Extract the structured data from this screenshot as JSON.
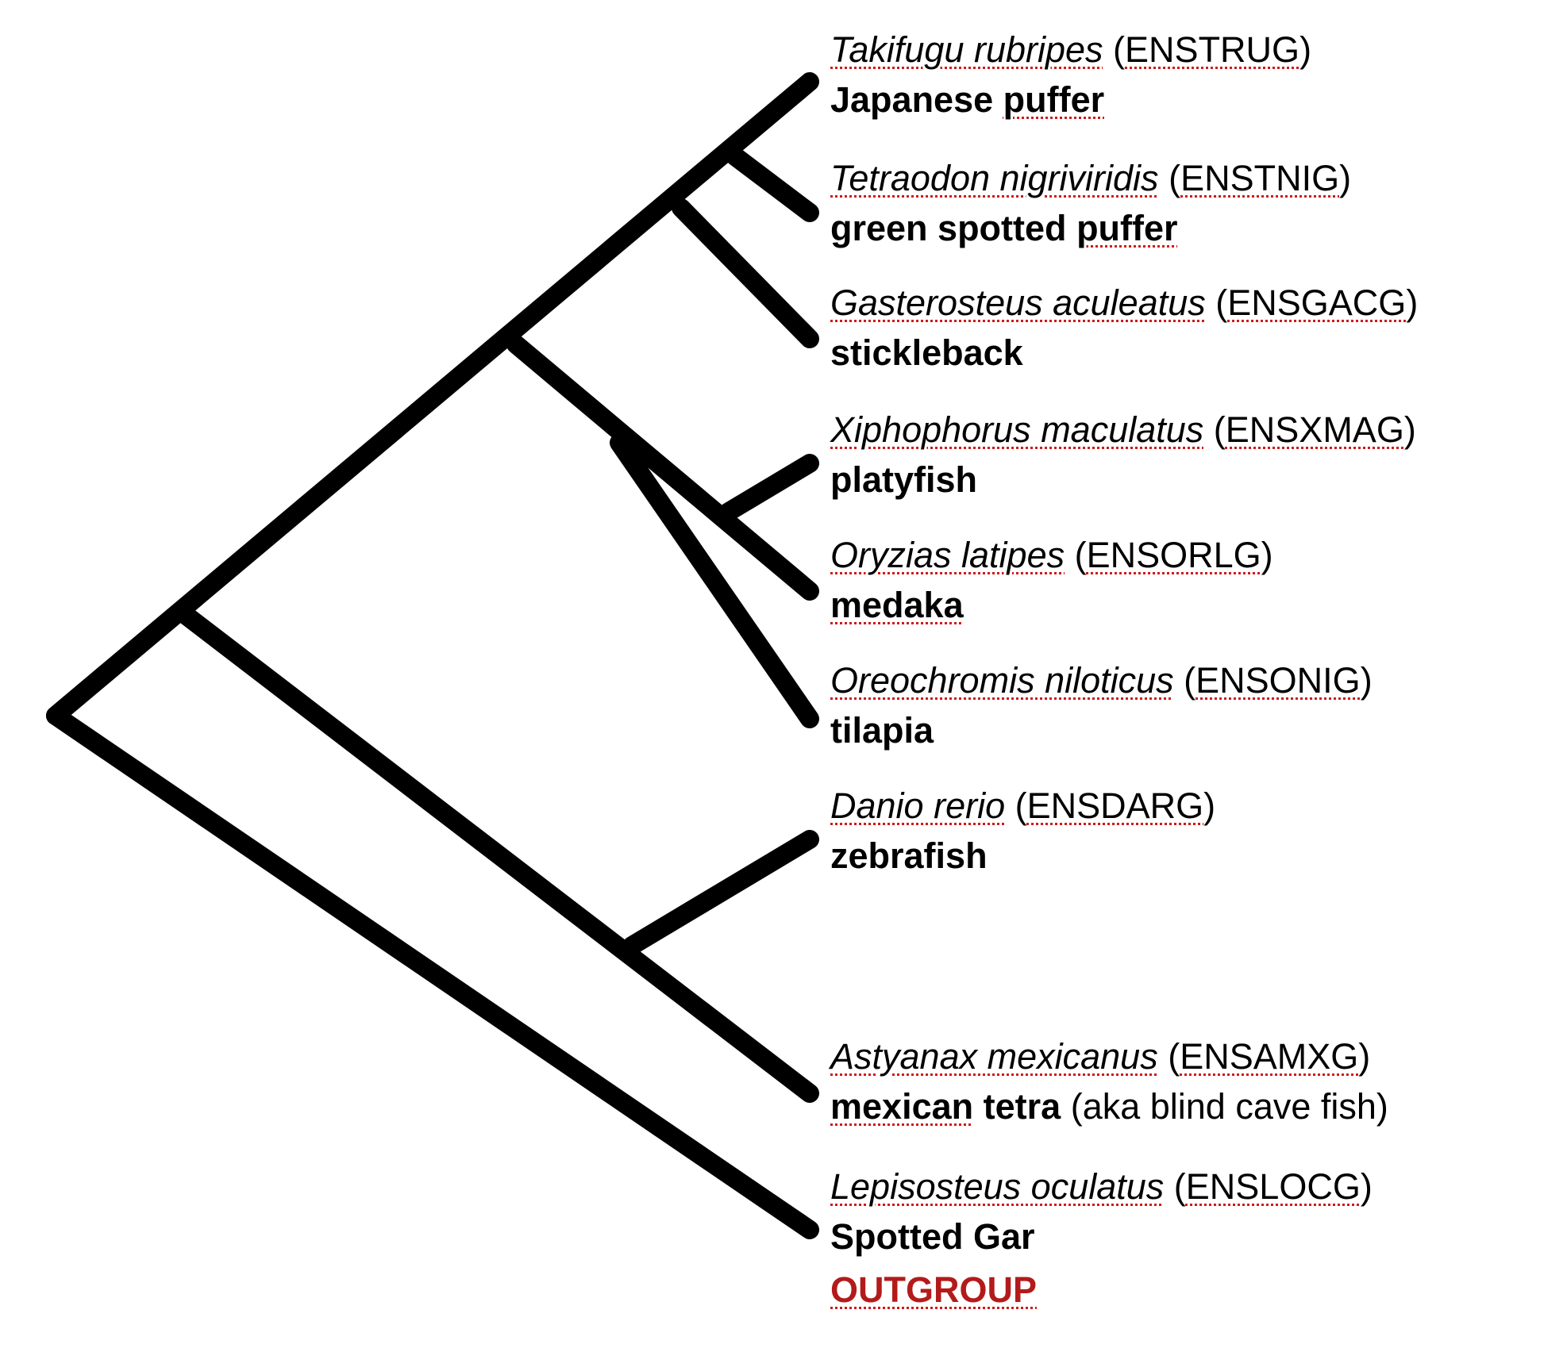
{
  "taxa": [
    {
      "scientific": "Takifugu rubripes",
      "code": "ENSTRUG",
      "common": "Japanese",
      "common_flag": "puffer",
      "note": ""
    },
    {
      "scientific": "Tetraodon nigriviridis",
      "code": "ENSTNIG",
      "common": "green spotted",
      "common_flag": "puffer",
      "note": ""
    },
    {
      "scientific": "Gasterosteus aculeatus",
      "code": "ENSGACG",
      "common": "stickleback",
      "common_flag": "",
      "note": ""
    },
    {
      "scientific": "Xiphophorus maculatus",
      "code": "ENSXMAG",
      "common": "platyfish",
      "common_flag": "",
      "note": ""
    },
    {
      "scientific": "Oryzias latipes",
      "code": "ENSORLG",
      "common": "",
      "common_flag": "medaka",
      "note": ""
    },
    {
      "scientific": "Oreochromis niloticus",
      "code": "ENSONIG",
      "common": "tilapia",
      "common_flag": "",
      "note": ""
    },
    {
      "scientific": "Danio rerio",
      "code": "ENSDARG",
      "common": "zebrafish",
      "common_flag": "",
      "note": ""
    },
    {
      "scientific": "Astyanax mexicanus",
      "code": "ENSAMXG",
      "common": "",
      "common_flag": "mexican",
      "common_tail": "tetra",
      "note": "(aka blind cave fish)"
    },
    {
      "scientific": "Lepisosteus oculatus",
      "code": "ENSLOCG",
      "common": "Spotted Gar",
      "common_flag": "",
      "note": ""
    }
  ],
  "outgroup_label": "OUTGROUP",
  "colors": {
    "branch": "#000000",
    "outgroup": "#b31b1b",
    "spellcheck": "#d01818"
  }
}
